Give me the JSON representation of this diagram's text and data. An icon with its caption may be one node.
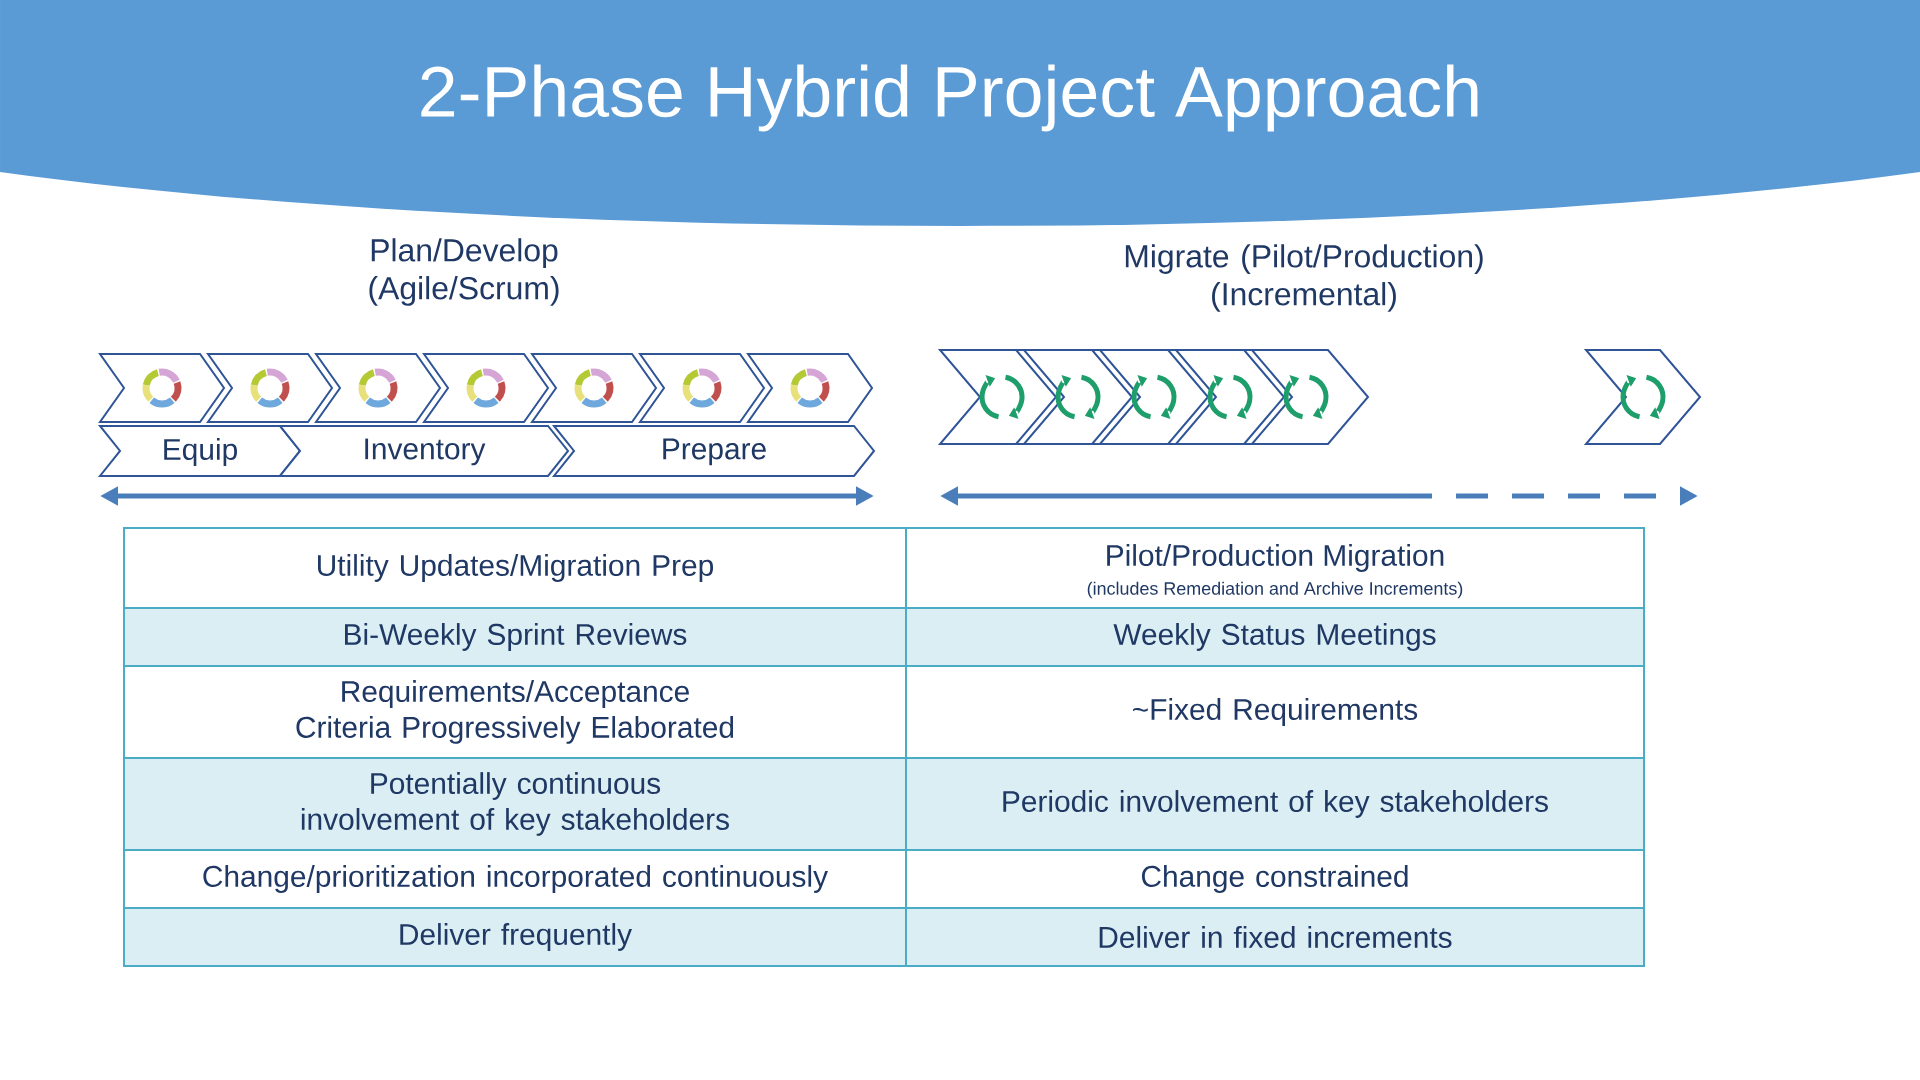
{
  "diagram": {
    "title": "2-Phase Hybrid Project Approach",
    "nodes": [
      {
        "text": [],
        "shape": "chevron"
      },
      {
        "text": [],
        "shape": "chevron"
      },
      {
        "text": [],
        "shape": "chevron"
      },
      {
        "text": [],
        "shape": "chevron"
      },
      {
        "text": [],
        "shape": "chevron"
      },
      {
        "text": [],
        "shape": "chevron"
      },
      {
        "text": [],
        "shape": "chevron"
      },
      {
        "text": [
          "Equip"
        ]
      },
      {
        "text": [
          "Inventory"
        ]
      },
      {
        "text": [
          "Prepare"
        ]
      },
      {
        "text": [],
        "shape": "chevron"
      },
      {
        "text": [],
        "shape": "chevron"
      },
      {
        "text": [],
        "shape": "chevron"
      },
      {
        "text": [],
        "shape": "chevron"
      },
      {
        "text": [],
        "shape": "chevron"
      },
      {
        "text": [],
        "shape": "chevron"
      }
    ],
    "labels": [
      "Plan/Develop (Agile/Scrum)",
      "Migrate (Pilot/Production) (Incremental)",
      "Utility Updates/Migration Prep",
      "Pilot/Production Migration",
      "(includes Remediation and Archive Increments)",
      "Bi-Weekly Sprint Reviews",
      "Weekly Status Meetings",
      "Requirements/Acceptance Criteria Progressively Elaborated",
      "~Fixed Requirements",
      "Potentially continuous involvement of key stakeholders",
      "Periodic involvement of key stakeholders",
      "Change/prioritization incorporated continuously",
      "Change constrained",
      "Deliver frequently",
      "Deliver in fixed increments"
    ]
  }
}
